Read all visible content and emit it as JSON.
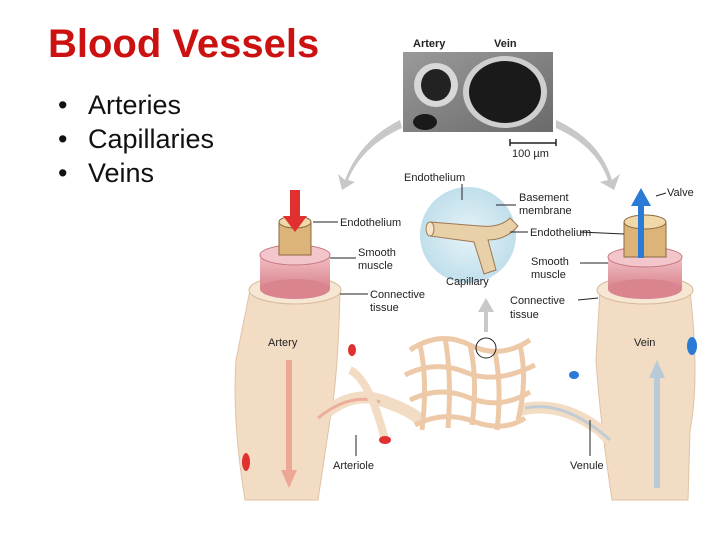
{
  "slide": {
    "title": "Blood Vessels",
    "bullets": [
      "Arteries",
      "Capillaries",
      "Veins"
    ]
  },
  "figure": {
    "micrograph": {
      "artery_label": "Artery",
      "vein_label": "Vein",
      "scale_bar": "100 µm"
    },
    "labels": {
      "endothelium_top": "Endothelium",
      "basement_membrane_1": "Basement",
      "basement_membrane_2": "membrane",
      "capillary": "Capillary",
      "endothelium_left": "Endothelium",
      "smooth_muscle_left_1": "Smooth",
      "smooth_muscle_left_2": "muscle",
      "connective_left_1": "Connective",
      "connective_left_2": "tissue",
      "valve": "Valve",
      "endothelium_right": "Endothelium",
      "smooth_muscle_right_1": "Smooth",
      "smooth_muscle_right_2": "muscle",
      "connective_right_1": "Connective",
      "connective_right_2": "tissue",
      "artery": "Artery",
      "vein": "Vein",
      "arteriole": "Arteriole",
      "venule": "Venule"
    },
    "colors": {
      "title_red": "#cc1111",
      "vessel_beige": "#f3dcc4",
      "muscle_pink": "#e8a0a8",
      "arrow_red": "#e03030",
      "arrow_blue": "#2a7ad6",
      "callout_gray": "#c8c8c8",
      "capillary_bg": "#cfe6f0"
    }
  }
}
